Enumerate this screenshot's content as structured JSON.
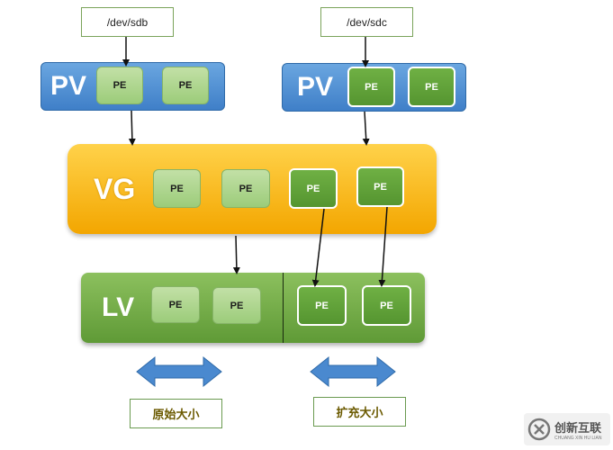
{
  "devices": [
    {
      "label": "/dev/sdb"
    },
    {
      "label": "/dev/sdc"
    }
  ],
  "pv_left": {
    "label": "PV",
    "pes": [
      "PE",
      "PE"
    ]
  },
  "pv_right": {
    "label": "PV",
    "pes": [
      "PE",
      "PE"
    ]
  },
  "vg": {
    "label": "VG",
    "pes": [
      "PE",
      "PE",
      "PE",
      "PE"
    ]
  },
  "lv": {
    "label": "LV",
    "pes": [
      "PE",
      "PE",
      "PE",
      "PE"
    ]
  },
  "captions": {
    "original": "原始大小",
    "extended": "扩充大小"
  },
  "watermark": {
    "name": "创新互联",
    "subtitle": "CHUANG XIN HU LIAN"
  },
  "colors": {
    "pv_blue": "#3f7fc8",
    "vg_yellow": "#f3a600",
    "lv_green": "#5f9a36",
    "pe_light": "#9ccc7a",
    "pe_dark": "#559530",
    "arrow_blue": "#4a89cf"
  }
}
